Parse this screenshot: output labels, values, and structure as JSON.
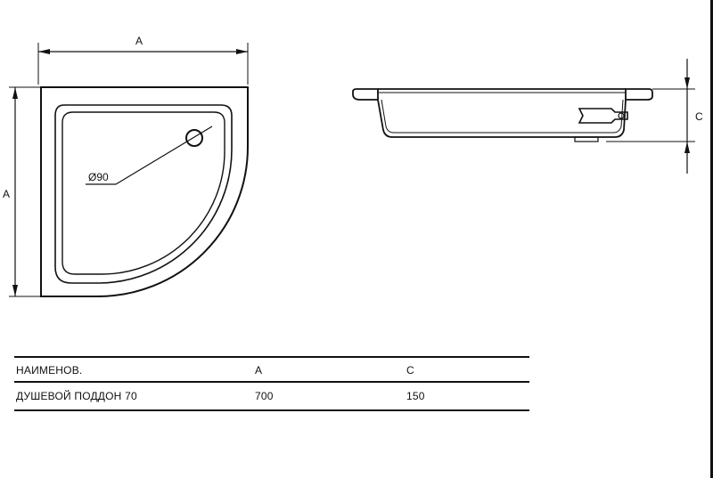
{
  "drawing": {
    "plan_view": {
      "dimension_top_label": "A",
      "dimension_left_label": "A",
      "drain_label": "Ø90"
    },
    "side_view": {
      "dimension_height_label": "C"
    }
  },
  "spec_table": {
    "headers": {
      "name": "НАИМЕНОВ.",
      "a": "A",
      "c": "C"
    },
    "rows": [
      {
        "name": "ДУШЕВОЙ ПОДДОН 70",
        "a": "700",
        "c": "150"
      }
    ]
  }
}
